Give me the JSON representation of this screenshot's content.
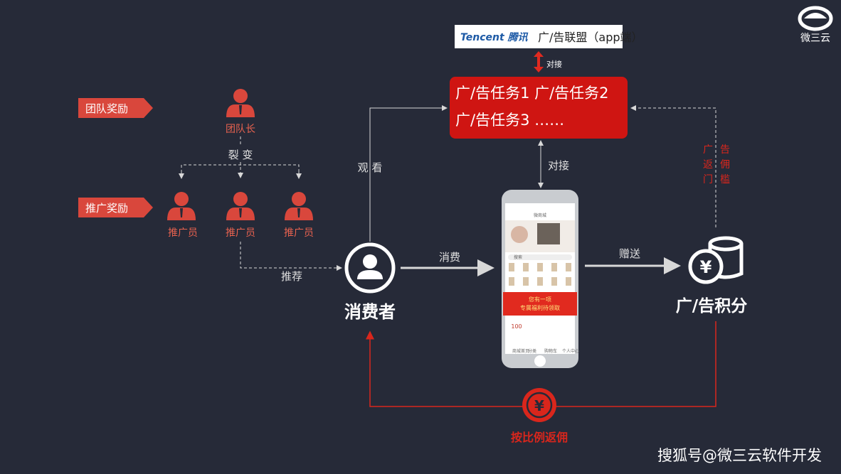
{
  "logo": {
    "text": "微三云"
  },
  "partner": {
    "brand": "Tencent 腾讯",
    "label": "广/告联盟（app端）",
    "connect_label": "对接"
  },
  "tasks": {
    "line1": "广/告任务1 广/告任务2",
    "line2": "广/告任务3 ……"
  },
  "left": {
    "team_reward": "团队奖励",
    "promo_reward": "推广奖励",
    "leader": "团队长",
    "fission": "裂 变",
    "promoters": [
      "推广员",
      "推广员",
      "推广员"
    ],
    "recommend": "推荐"
  },
  "center": {
    "watch": "观 看",
    "consumer": "消费者",
    "consume": "消费",
    "connect": "对接",
    "gift": "赠送",
    "points": "广/告积分",
    "threshold": [
      "广",
      "告",
      "返",
      "佣",
      "门",
      "槛"
    ],
    "rebate": "按比例返佣"
  },
  "phone": {
    "title": "微商城",
    "search": "搜索",
    "banner_line1": "您有一项",
    "banner_line2": "专属福利待领取",
    "coupon_value": "100",
    "tabs": [
      "商城首页",
      "分类",
      "购物车",
      "个人中心"
    ]
  },
  "watermark": "搜狐号@微三云软件开发",
  "colors": {
    "background": "#262a38",
    "accent_red": "#d9261c",
    "label_red": "#e8624f"
  }
}
